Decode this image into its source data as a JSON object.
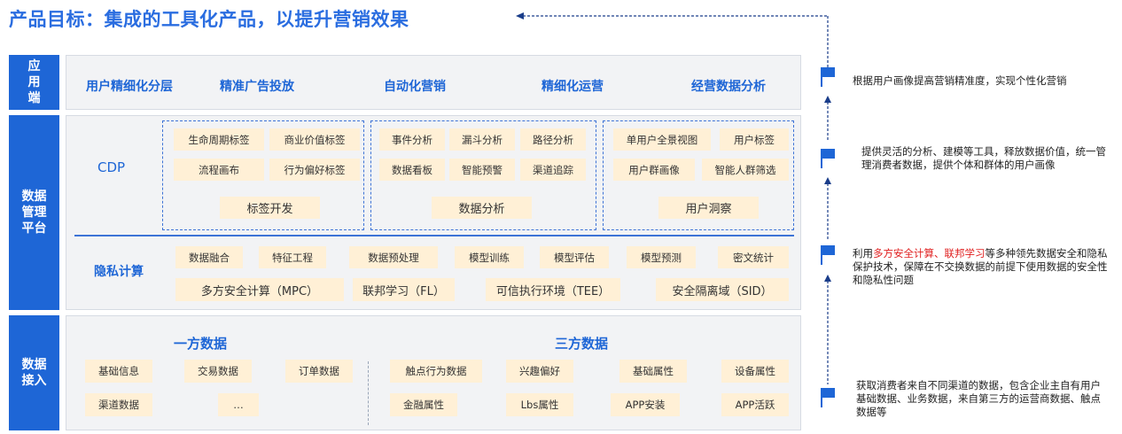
{
  "title": "产品目标：集成的工具化产品，以提升营销效果",
  "layers": {
    "app": "应用端",
    "platform": "数据管理平台",
    "ingest": "数据接入"
  },
  "app_items": [
    "用户精细化分层",
    "精准广告投放",
    "自动化营销",
    "精细化运营",
    "经营数据分析"
  ],
  "cdp": {
    "label": "CDP",
    "group1": {
      "tags": [
        "生命周期标签",
        "商业价值标签",
        "流程画布",
        "行为偏好标签"
      ],
      "footer": "标签开发"
    },
    "group2": {
      "tags": [
        "事件分析",
        "漏斗分析",
        "路径分析",
        "数据看板",
        "智能预警",
        "渠道追踪"
      ],
      "footer": "数据分析"
    },
    "group3": {
      "tags": [
        "单用户全景视图",
        "用户标签",
        "用户群画像",
        "智能人群筛选"
      ],
      "footer": "用户洞察"
    }
  },
  "privacy": {
    "label": "隐私计算",
    "tags": [
      "数据融合",
      "特征工程",
      "数据预处理",
      "模型训练",
      "模型评估",
      "模型预测",
      "密文统计"
    ],
    "big_tags": [
      "多方安全计算（MPC）",
      "联邦学习（FL）",
      "可信执行环境（TEE）",
      "安全隔离域（SID）"
    ]
  },
  "ingest": {
    "first_party_label": "一方数据",
    "third_party_label": "三方数据",
    "first_party": [
      "基础信息",
      "交易数据",
      "订单数据",
      "渠道数据",
      "…"
    ],
    "third_party": [
      "触点行为数据",
      "兴趣偏好",
      "基础属性",
      "设备属性",
      "金融属性",
      "Lbs属性",
      "APP安装",
      "APP活跃"
    ]
  },
  "notes": {
    "n1": "根据用户画像提高营销精准度，实现个性化营销",
    "n2": "提供灵活的分析、建模等工具，释放数据价值，统一管理消费者数据，提供个体和群体的用户画像",
    "n3_pre": "利用",
    "n3_red": "多方安全计算、联邦学习",
    "n3_post": "等多种领先数据安全和隐私保护技术，保障在不交换数据的前提下使用数据的安全性和隐私性问题",
    "n4": "获取消费者来自不同渠道的数据，包含企业主自有用户基础数据、业务数据，来自第三方的运营商数据、触点数据等"
  },
  "colors": {
    "primary": "#1e66d6",
    "tag_bg": "#fff0d6",
    "panel_bg": "#f2f3f5",
    "highlight": "#e02020"
  }
}
